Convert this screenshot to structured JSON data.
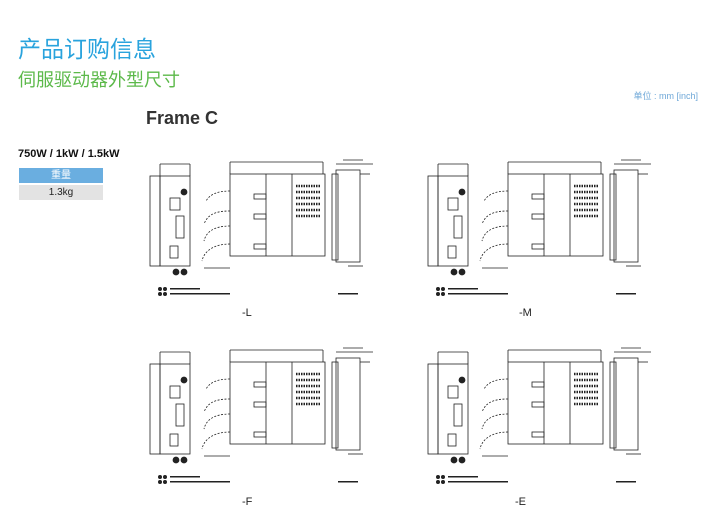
{
  "header": {
    "title": "产品订购信息",
    "subtitle": "伺服驱动器外型尺寸",
    "unit": "单位 : mm [inch]"
  },
  "frame": "Frame C",
  "power": "750W / 1kW / 1.5kW",
  "weight": {
    "label": "重量",
    "value": "1.3kg"
  },
  "colors": {
    "title": "#29a3dd",
    "subtitle": "#5cb94a",
    "weight_header": "#6aaee0"
  },
  "drawings": [
    {
      "variant": "-L"
    },
    {
      "variant": "-M"
    },
    {
      "variant": "-F"
    },
    {
      "variant": "-E"
    }
  ]
}
